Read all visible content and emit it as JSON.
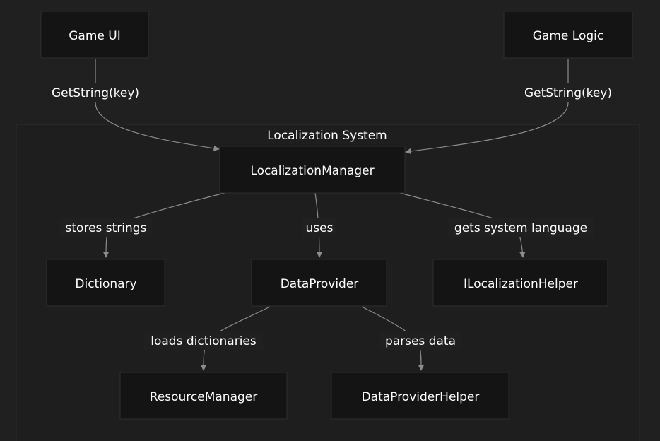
{
  "diagram": {
    "cluster_title": "Localization System",
    "nodes": {
      "game_ui": "Game UI",
      "game_logic": "Game Logic",
      "localization_manager": "LocalizationManager",
      "dictionary": "Dictionary",
      "data_provider": "DataProvider",
      "ilocalization_helper": "ILocalizationHelper",
      "resource_manager": "ResourceManager",
      "data_provider_helper": "DataProviderHelper"
    },
    "edges": {
      "ui_to_manager": "GetString(key)",
      "logic_to_manager": "GetString(key)",
      "manager_to_dictionary": "stores strings",
      "manager_to_dataprovider": "uses",
      "manager_to_helper": "gets system language",
      "dataprovider_to_resource": "loads dictionaries",
      "dataprovider_to_helper": "parses data"
    }
  },
  "colors": {
    "background": "#202020",
    "node_fill": "#141414",
    "edge": "#8c8c8c",
    "text": "#ffffff"
  }
}
